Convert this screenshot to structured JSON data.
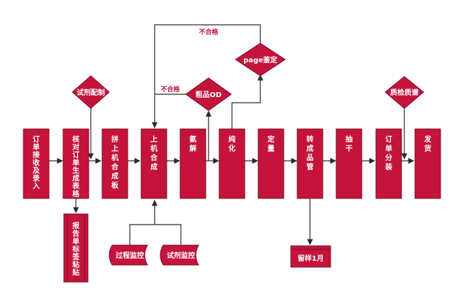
{
  "diagram": {
    "colors": {
      "node_fill": "#c4143c",
      "node_stroke": "#7a0b22",
      "text": "#ffffff",
      "edge": "#2a2a2a",
      "fail_text": "#c4143c"
    },
    "process_steps": [
      {
        "id": "order_entry",
        "label": "订单接收及录入"
      },
      {
        "id": "verify_order",
        "label": "核对订单生成表格"
      },
      {
        "id": "plate_assembly",
        "label": "拼上机合成板"
      },
      {
        "id": "machine_synthesis",
        "label": "上机合成"
      },
      {
        "id": "ammonolysis",
        "label": "氨解"
      },
      {
        "id": "purification",
        "label": "纯化"
      },
      {
        "id": "quantification",
        "label": "定量"
      },
      {
        "id": "transfer_tube",
        "label": "转成品管"
      },
      {
        "id": "drying",
        "label": "抽干"
      },
      {
        "id": "order_split",
        "label": "订单分装"
      },
      {
        "id": "shipping",
        "label": "发货"
      }
    ],
    "decisions": [
      {
        "id": "reagent_prep",
        "label": "试剂配制"
      },
      {
        "id": "crude_od",
        "label": "粗品OD"
      },
      {
        "id": "page_check",
        "label": "page鉴定"
      },
      {
        "id": "qc_report",
        "label": "质检质谱"
      }
    ],
    "documents": [
      {
        "id": "label_report",
        "label": "报告单标签粘贴"
      },
      {
        "id": "sample_retain",
        "label": "留样1月"
      }
    ],
    "monitors": [
      {
        "id": "process_monitor",
        "label": "过程监控"
      },
      {
        "id": "reagent_monitor",
        "label": "试剂监控"
      }
    ],
    "fail_labels": {
      "od_fail": "不合格",
      "page_fail": "不合格"
    }
  }
}
